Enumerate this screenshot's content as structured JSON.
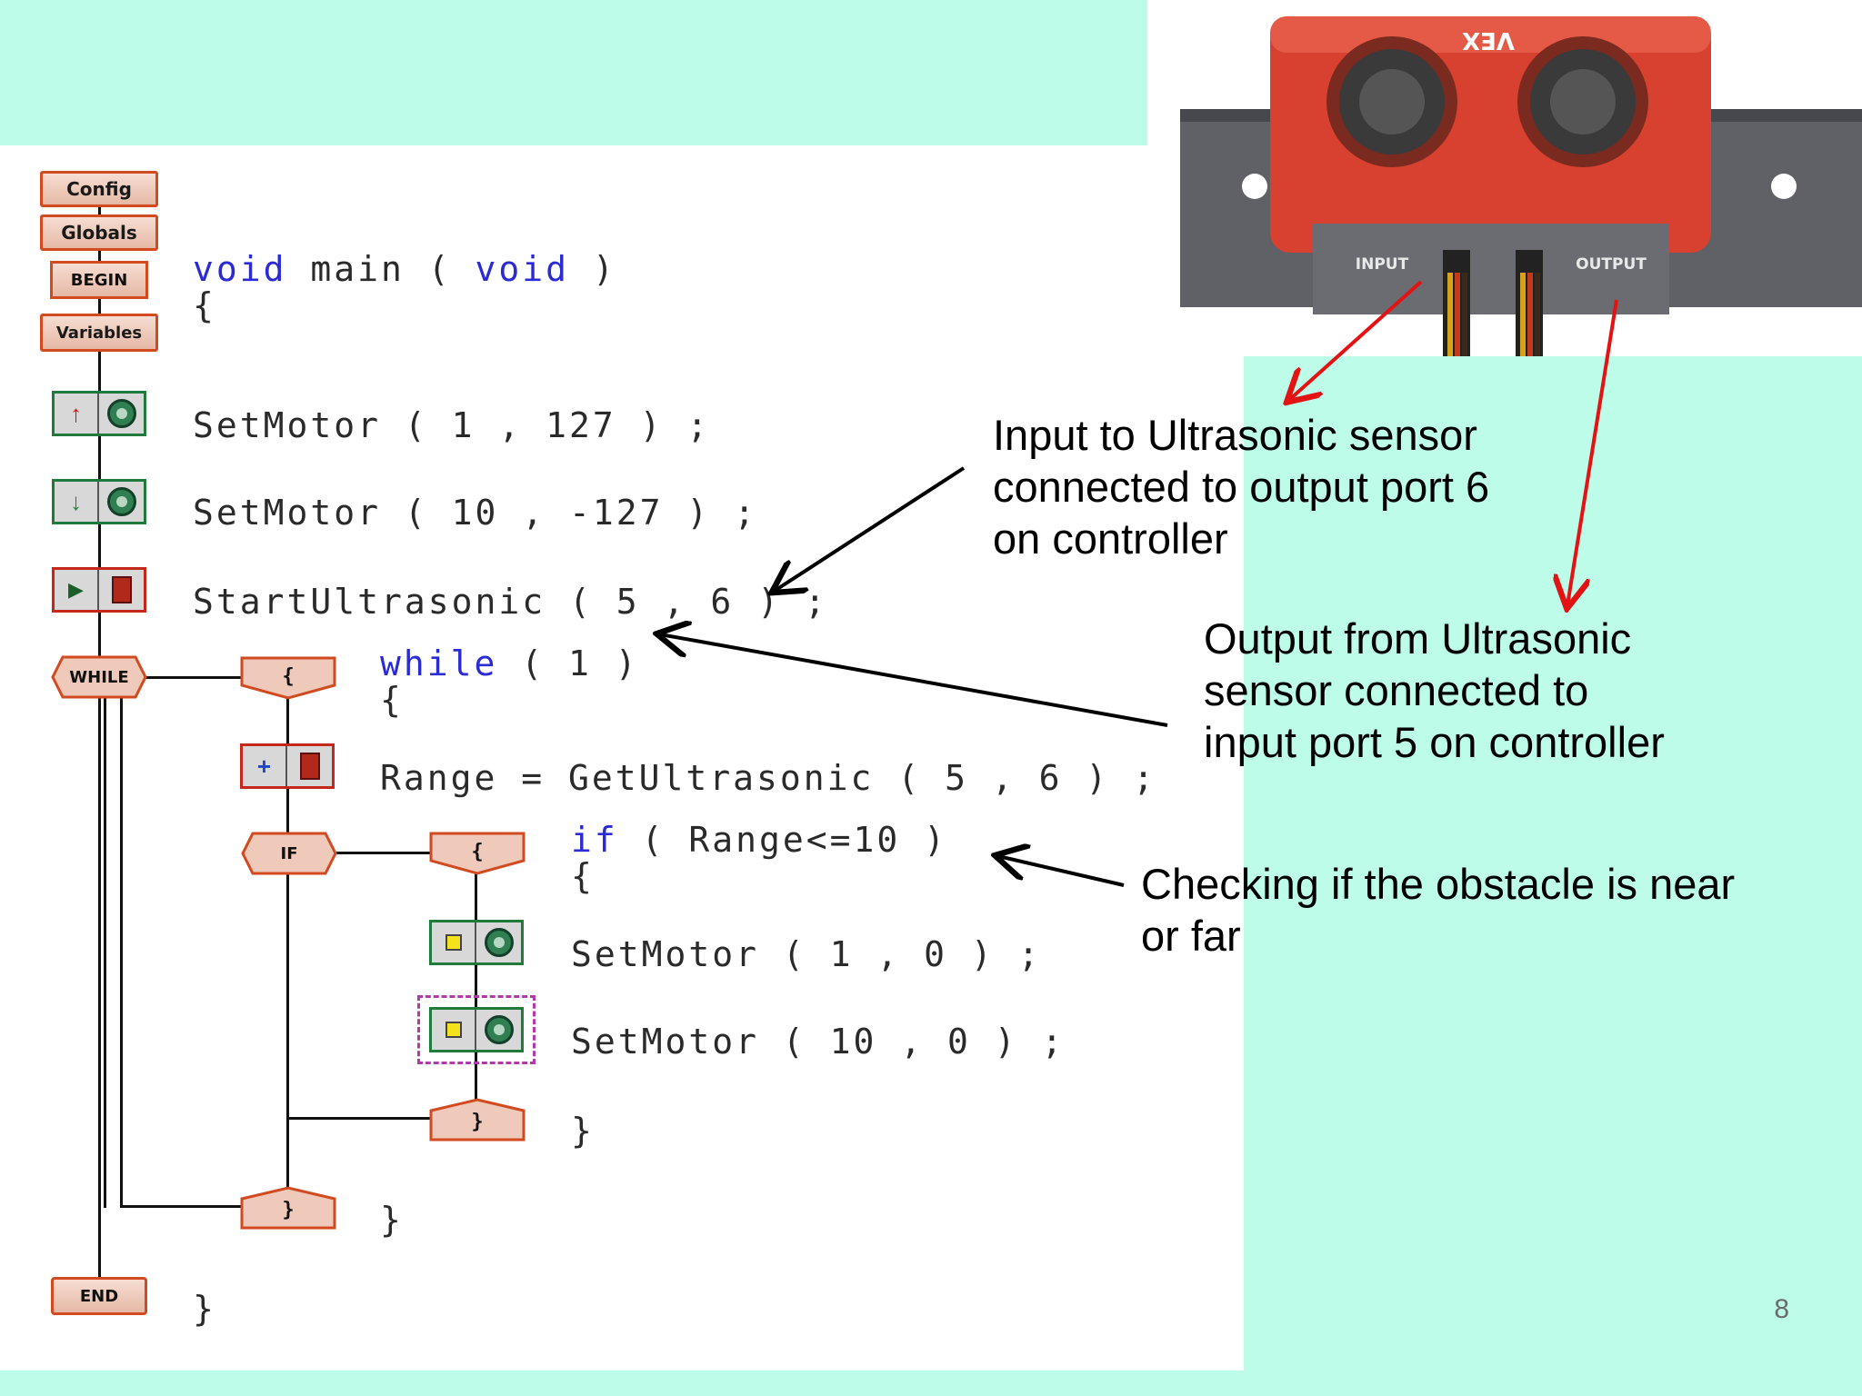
{
  "flowchart": {
    "config_label": "Config",
    "globals_label": "Globals",
    "begin_label": "BEGIN",
    "variables_label": "Variables",
    "while_label": "WHILE",
    "if_label": "IF",
    "open_brace": "{",
    "close_brace": "}",
    "end_label": "END"
  },
  "code": {
    "main_kw1": "void",
    "main_name": " main ( ",
    "main_kw2": "void",
    "main_close": " )",
    "main_open_brace": "{",
    "set_motor_1": "SetMotor ( 1 , 127 ) ;",
    "set_motor_2": "SetMotor ( 10 , -127 ) ;",
    "start_ultrasonic": "StartUltrasonic ( 5 , 6 ) ;",
    "while_kw": "while",
    "while_rest": " ( 1 )",
    "while_open": "{",
    "range_line": "Range = GetUltrasonic ( 5 , 6 ) ;",
    "if_kw": "if",
    "if_rest": " ( Range<=10 )",
    "if_open": "{",
    "set_motor_3": "SetMotor ( 1 , 0 ) ;",
    "set_motor_4": "SetMotor ( 10 , 0 ) ;",
    "if_close": "}",
    "while_close": "}",
    "main_close_brace": "}"
  },
  "sensor_photo": {
    "brand": "VEX",
    "input_label": "INPUT",
    "output_label": "OUTPUT"
  },
  "annotations": {
    "input_note": [
      "Input to Ultrasonic sensor",
      "connected to output port 6",
      "on controller"
    ],
    "output_note": [
      "Output from Ultrasonic",
      "sensor connected to",
      "input port 5 on controller"
    ],
    "check_note": [
      "Checking if the obstacle is near",
      "or far"
    ]
  },
  "slide_number": "8",
  "colors": {
    "background": "#bdfce9",
    "keyword": "#2b2bd6",
    "red_arrow": "#e31313",
    "sensor_red": "#d8402f"
  }
}
